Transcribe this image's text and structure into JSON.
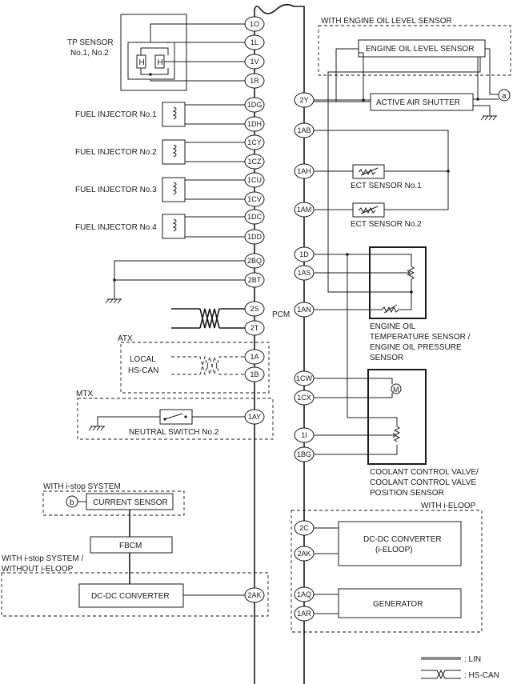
{
  "pcm_label": "PCM",
  "left_components": {
    "tp_sensor_line1": "TP SENSOR",
    "tp_sensor_line2": "No.1, No.2",
    "tp_h1": "H",
    "tp_h2": "H",
    "fuel_injector_1": "FUEL INJECTOR No.1",
    "fuel_injector_2": "FUEL INJECTOR No.2",
    "fuel_injector_3": "FUEL INJECTOR No.3",
    "fuel_injector_4": "FUEL INJECTOR No.4",
    "atx": "ATX",
    "local_hs_can_line1": "LOCAL",
    "local_hs_can_line2": "HS-CAN",
    "mtx": "MTX",
    "neutral_switch": "NEUTRAL SWITCH No.2",
    "with_istop": "WITH i-stop SYSTEM",
    "current_sensor": "CURRENT SENSOR",
    "conn_b": "b",
    "fbcm": "FBCM",
    "with_istop_without_eloop_line1": "WITH i-stop SYSTEM /",
    "with_istop_without_eloop_line2": "WITHOUT i-ELOOP",
    "dcdc_converter": "DC-DC CONVERTER"
  },
  "right_components": {
    "with_eol_sensor": "WITH ENGINE OIL LEVEL SENSOR",
    "eol_sensor": "ENGINE OIL LEVEL SENSOR",
    "active_air_shutter": "ACTIVE AIR SHUTTER",
    "conn_a": "a",
    "ect_sensor_1": "ECT SENSOR No.1",
    "ect_sensor_2": "ECT SENSOR No.2",
    "eot_line1": "ENGINE OIL",
    "eot_line2": "TEMPERATURE SENSOR /",
    "eot_line3": "ENGINE OIL PRESSURE",
    "eot_line4": "SENSOR",
    "motor_m": "M",
    "ccv_line1": "COOLANT CONTROL VALVE/",
    "ccv_line2": "COOLANT CONTROL VALVE",
    "ccv_line3": "POSITION SENSOR",
    "with_eloop": "WITH i-ELOOP",
    "dcdc_eloop_line1": "DC-DC CONVERTER",
    "dcdc_eloop_line2": "(i-ELOOP)",
    "generator": "GENERATOR"
  },
  "left_pins": [
    "1O",
    "1L",
    "1V",
    "1R",
    "1DG",
    "1DH",
    "1CY",
    "1CZ",
    "1CU",
    "1CV",
    "1DC",
    "1DD",
    "2BQ",
    "2BT",
    "2S",
    "2T",
    "1A",
    "1B",
    "1AY",
    "2AK"
  ],
  "right_pins": [
    "2Y",
    "1AB",
    "1AH",
    "1AM",
    "1D",
    "1AS",
    "1AN",
    "1CW",
    "1CX",
    "1I",
    "1BG",
    "2C",
    "2AK",
    "1AQ",
    "1AR"
  ],
  "legend": {
    "lin": ": LIN",
    "hs_can": ": HS-CAN"
  }
}
